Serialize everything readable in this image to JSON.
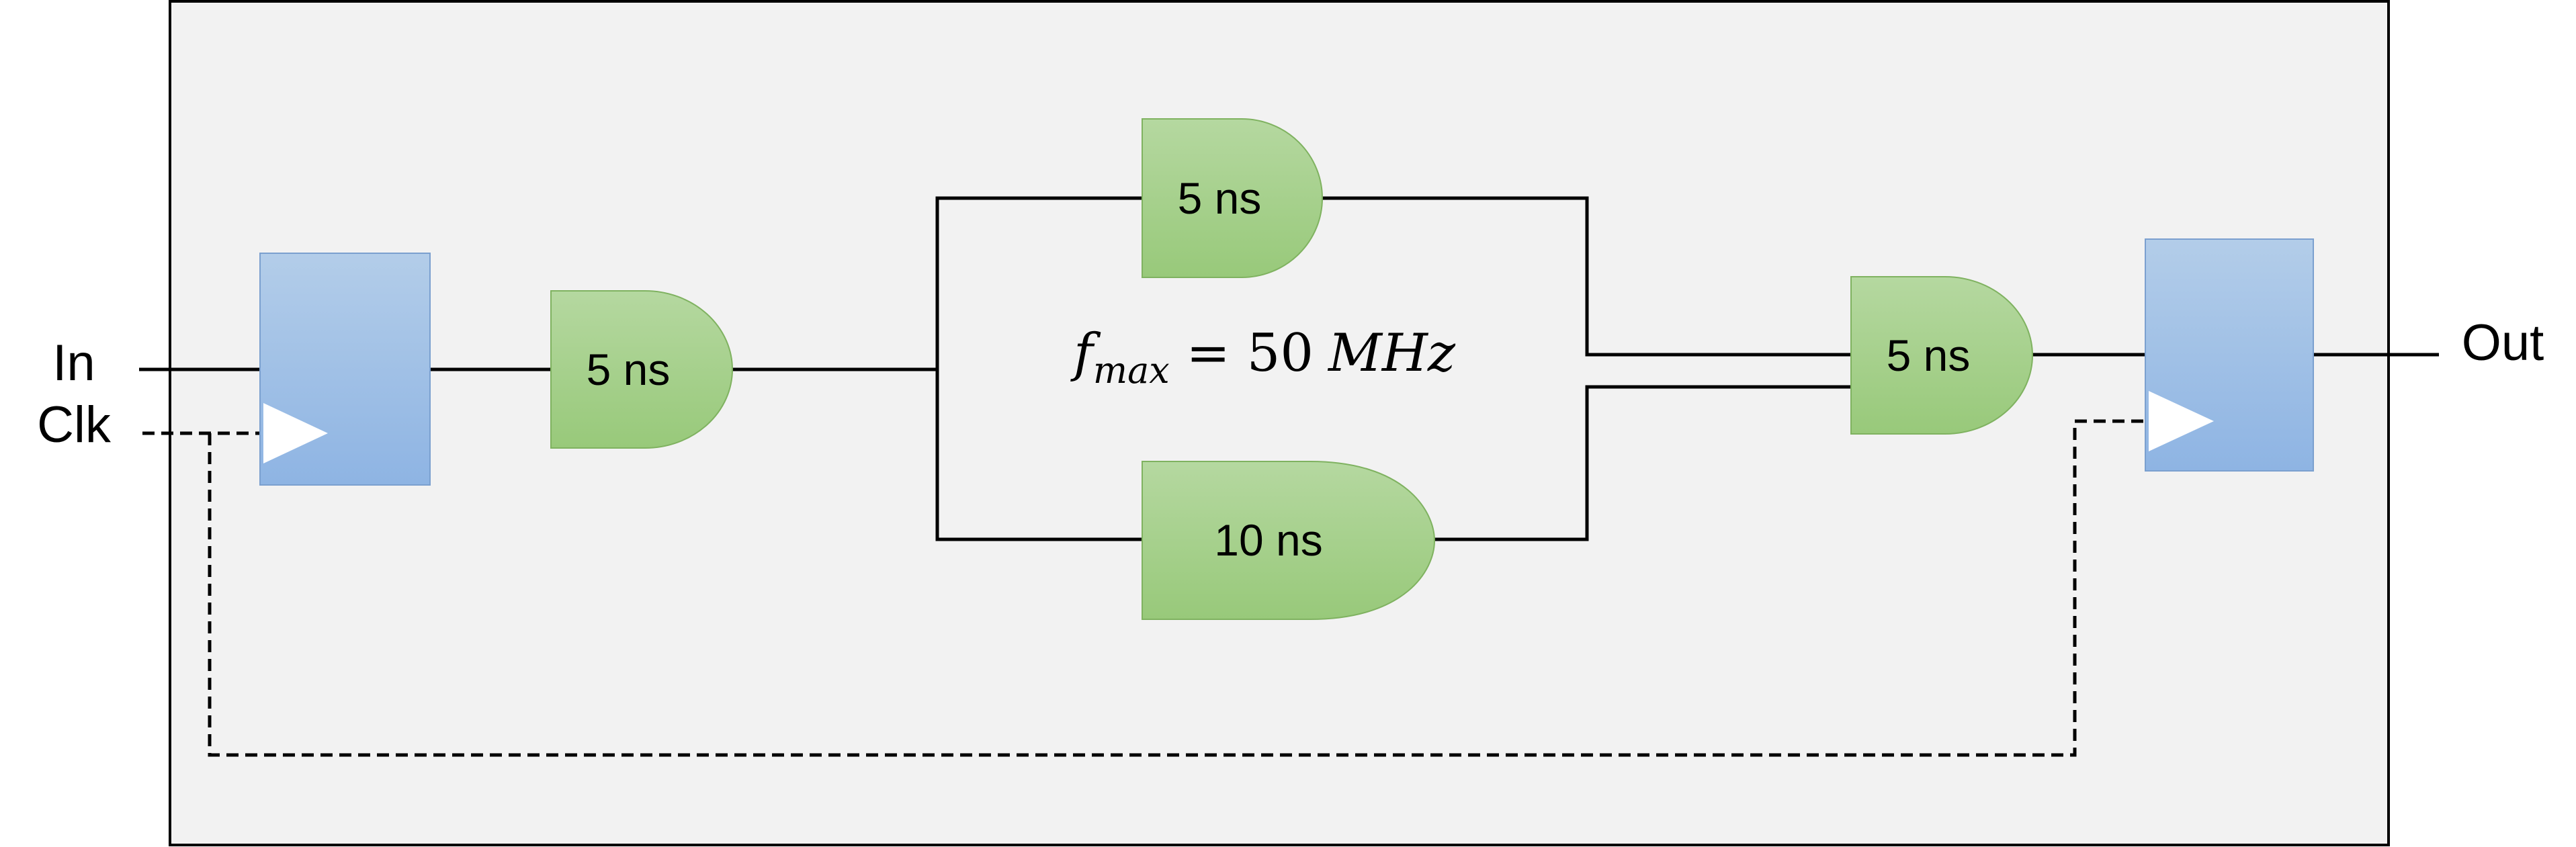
{
  "ports": {
    "input_label": "In",
    "clock_label": "Clk",
    "output_label": "Out"
  },
  "gates": {
    "input_gate_delay": "5 ns",
    "upper_gate_delay": "5 ns",
    "lower_gate_delay": "10 ns",
    "output_gate_delay": "5 ns"
  },
  "formula": {
    "symbol": "f",
    "subscript": "max",
    "equals": " = ",
    "value": "50",
    "unit": "MHz"
  },
  "colors": {
    "register_fill_top": "#b3cde9",
    "register_fill_bottom": "#8eb4e3",
    "gate_fill_top": "#b5d8a0",
    "gate_fill_bottom": "#98c97a",
    "panel_fill": "#f2f2f2"
  }
}
